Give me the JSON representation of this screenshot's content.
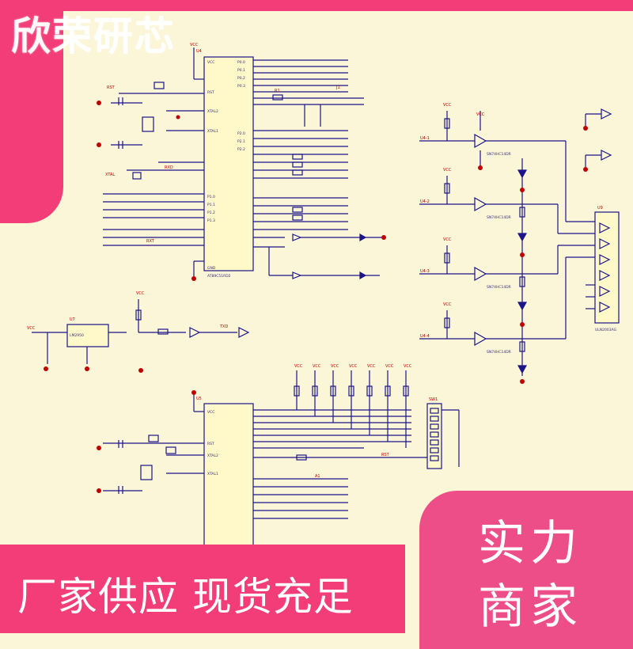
{
  "brand": {
    "name": "欣荣研芯"
  },
  "footer": {
    "slogan": "厂家供应  现货充足"
  },
  "badge": {
    "line1": "实力",
    "line2": "商家"
  },
  "schematic": {
    "mcu_top": {
      "designator": "U4",
      "part": "AT89C51RD2"
    },
    "mcu_bottom": {
      "designator": "U5"
    },
    "regulator": {
      "designator": "U7",
      "part": "LM2950"
    },
    "driver_array": {
      "designator": "U9",
      "part": "ULN2003AG"
    },
    "net_labels": [
      "VCC",
      "GND",
      "XTAL1",
      "XTAL2",
      "RST",
      "RXD",
      "TXD"
    ],
    "colors": {
      "wire": "#1c1488",
      "label": "#c00000",
      "part": "#3b2b7a",
      "led": "#1c1488"
    }
  }
}
